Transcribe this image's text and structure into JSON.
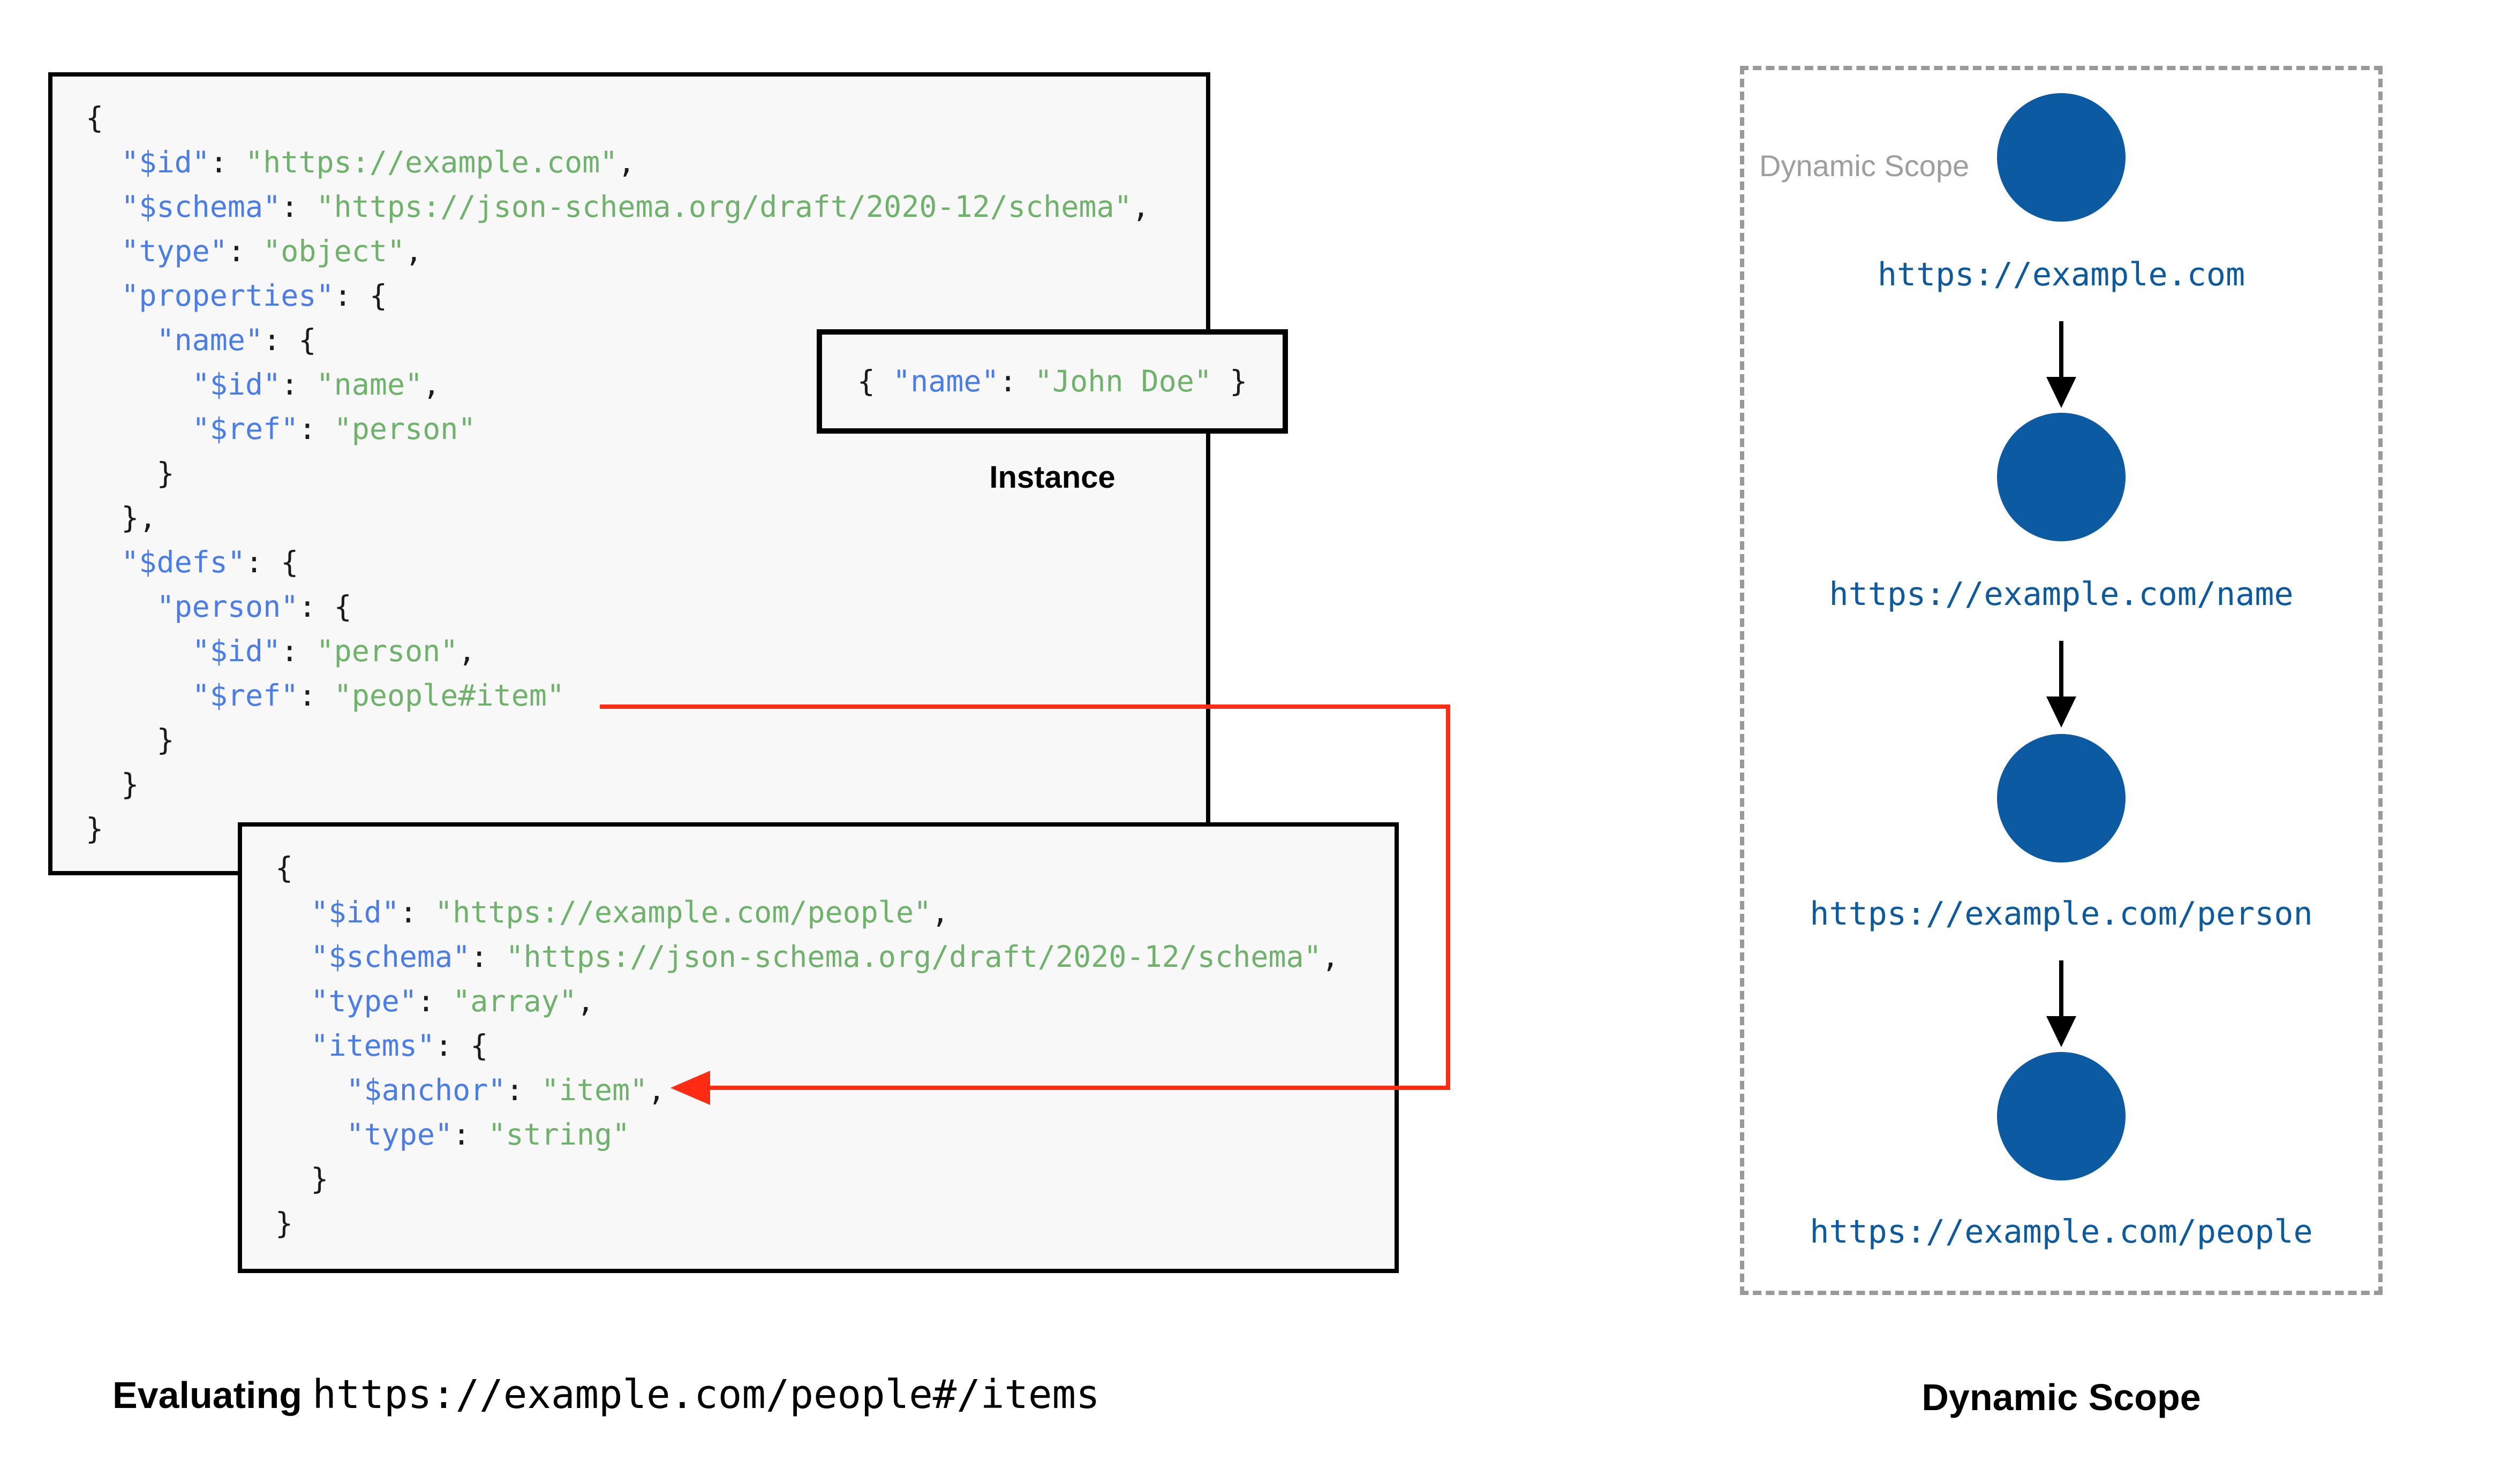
{
  "colors": {
    "key_blue": "#4a7de8",
    "string_green": "#6fb26b",
    "punctuation": "#1b1b1b",
    "node_blue": "#0c5aa2",
    "url_blue": "#0d5a9e",
    "arrow_red": "#ff2b12",
    "dash_gray": "#999999",
    "box_background": "#f8f8f8"
  },
  "schema1": {
    "lines": [
      [
        {
          "t": "p",
          "v": "{"
        }
      ],
      [
        {
          "t": "p",
          "v": "  "
        },
        {
          "t": "k",
          "v": "\"$id\""
        },
        {
          "t": "p",
          "v": ": "
        },
        {
          "t": "s",
          "v": "\"https://example.com\""
        },
        {
          "t": "p",
          "v": ","
        }
      ],
      [
        {
          "t": "p",
          "v": "  "
        },
        {
          "t": "k",
          "v": "\"$schema\""
        },
        {
          "t": "p",
          "v": ": "
        },
        {
          "t": "s",
          "v": "\"https://json-schema.org/draft/2020-12/schema\""
        },
        {
          "t": "p",
          "v": ","
        }
      ],
      [
        {
          "t": "p",
          "v": "  "
        },
        {
          "t": "k",
          "v": "\"type\""
        },
        {
          "t": "p",
          "v": ": "
        },
        {
          "t": "s",
          "v": "\"object\""
        },
        {
          "t": "p",
          "v": ","
        }
      ],
      [
        {
          "t": "p",
          "v": "  "
        },
        {
          "t": "k",
          "v": "\"properties\""
        },
        {
          "t": "p",
          "v": ": {"
        }
      ],
      [
        {
          "t": "p",
          "v": "    "
        },
        {
          "t": "k",
          "v": "\"name\""
        },
        {
          "t": "p",
          "v": ": {"
        }
      ],
      [
        {
          "t": "p",
          "v": "      "
        },
        {
          "t": "k",
          "v": "\"$id\""
        },
        {
          "t": "p",
          "v": ": "
        },
        {
          "t": "s",
          "v": "\"name\""
        },
        {
          "t": "p",
          "v": ","
        }
      ],
      [
        {
          "t": "p",
          "v": "      "
        },
        {
          "t": "k",
          "v": "\"$ref\""
        },
        {
          "t": "p",
          "v": ": "
        },
        {
          "t": "s",
          "v": "\"person\""
        }
      ],
      [
        {
          "t": "p",
          "v": "    }"
        }
      ],
      [
        {
          "t": "p",
          "v": "  },"
        }
      ],
      [
        {
          "t": "p",
          "v": "  "
        },
        {
          "t": "k",
          "v": "\"$defs\""
        },
        {
          "t": "p",
          "v": ": {"
        }
      ],
      [
        {
          "t": "p",
          "v": "    "
        },
        {
          "t": "k",
          "v": "\"person\""
        },
        {
          "t": "p",
          "v": ": {"
        }
      ],
      [
        {
          "t": "p",
          "v": "      "
        },
        {
          "t": "k",
          "v": "\"$id\""
        },
        {
          "t": "p",
          "v": ": "
        },
        {
          "t": "s",
          "v": "\"person\""
        },
        {
          "t": "p",
          "v": ","
        }
      ],
      [
        {
          "t": "p",
          "v": "      "
        },
        {
          "t": "k",
          "v": "\"$ref\""
        },
        {
          "t": "p",
          "v": ": "
        },
        {
          "t": "s",
          "v": "\"people#item\""
        }
      ],
      [
        {
          "t": "p",
          "v": "    }"
        }
      ],
      [
        {
          "t": "p",
          "v": "  }"
        }
      ],
      [
        {
          "t": "p",
          "v": "}"
        }
      ]
    ]
  },
  "instance": {
    "tokens": [
      {
        "t": "p",
        "v": "{ "
      },
      {
        "t": "k",
        "v": "\"name\""
      },
      {
        "t": "p",
        "v": ": "
      },
      {
        "t": "s",
        "v": "\"John Doe\""
      },
      {
        "t": "p",
        "v": " }"
      }
    ],
    "caption": "Instance"
  },
  "schema2": {
    "lines": [
      [
        {
          "t": "p",
          "v": "{"
        }
      ],
      [
        {
          "t": "p",
          "v": "  "
        },
        {
          "t": "k",
          "v": "\"$id\""
        },
        {
          "t": "p",
          "v": ": "
        },
        {
          "t": "s",
          "v": "\"https://example.com/people\""
        },
        {
          "t": "p",
          "v": ","
        }
      ],
      [
        {
          "t": "p",
          "v": "  "
        },
        {
          "t": "k",
          "v": "\"$schema\""
        },
        {
          "t": "p",
          "v": ": "
        },
        {
          "t": "s",
          "v": "\"https://json-schema.org/draft/2020-12/schema\""
        },
        {
          "t": "p",
          "v": ","
        }
      ],
      [
        {
          "t": "p",
          "v": "  "
        },
        {
          "t": "k",
          "v": "\"type\""
        },
        {
          "t": "p",
          "v": ": "
        },
        {
          "t": "s",
          "v": "\"array\""
        },
        {
          "t": "p",
          "v": ","
        }
      ],
      [
        {
          "t": "p",
          "v": "  "
        },
        {
          "t": "k",
          "v": "\"items\""
        },
        {
          "t": "p",
          "v": ": {"
        }
      ],
      [
        {
          "t": "p",
          "v": "    "
        },
        {
          "t": "k",
          "v": "\"$anchor\""
        },
        {
          "t": "p",
          "v": ": "
        },
        {
          "t": "s",
          "v": "\"item\""
        },
        {
          "t": "p",
          "v": ","
        }
      ],
      [
        {
          "t": "p",
          "v": "    "
        },
        {
          "t": "k",
          "v": "\"type\""
        },
        {
          "t": "p",
          "v": ": "
        },
        {
          "t": "s",
          "v": "\"string\""
        }
      ],
      [
        {
          "t": "p",
          "v": "  }"
        }
      ],
      [
        {
          "t": "p",
          "v": "}"
        }
      ]
    ]
  },
  "evaluating_caption": {
    "prefix": "Evaluating ",
    "uri": "https://example.com/people#/items"
  },
  "dynamic_scope": {
    "box_label": "Dynamic Scope",
    "caption": "Dynamic Scope",
    "nodes": [
      "https://example.com",
      "https://example.com/name",
      "https://example.com/person",
      "https://example.com/people"
    ]
  }
}
